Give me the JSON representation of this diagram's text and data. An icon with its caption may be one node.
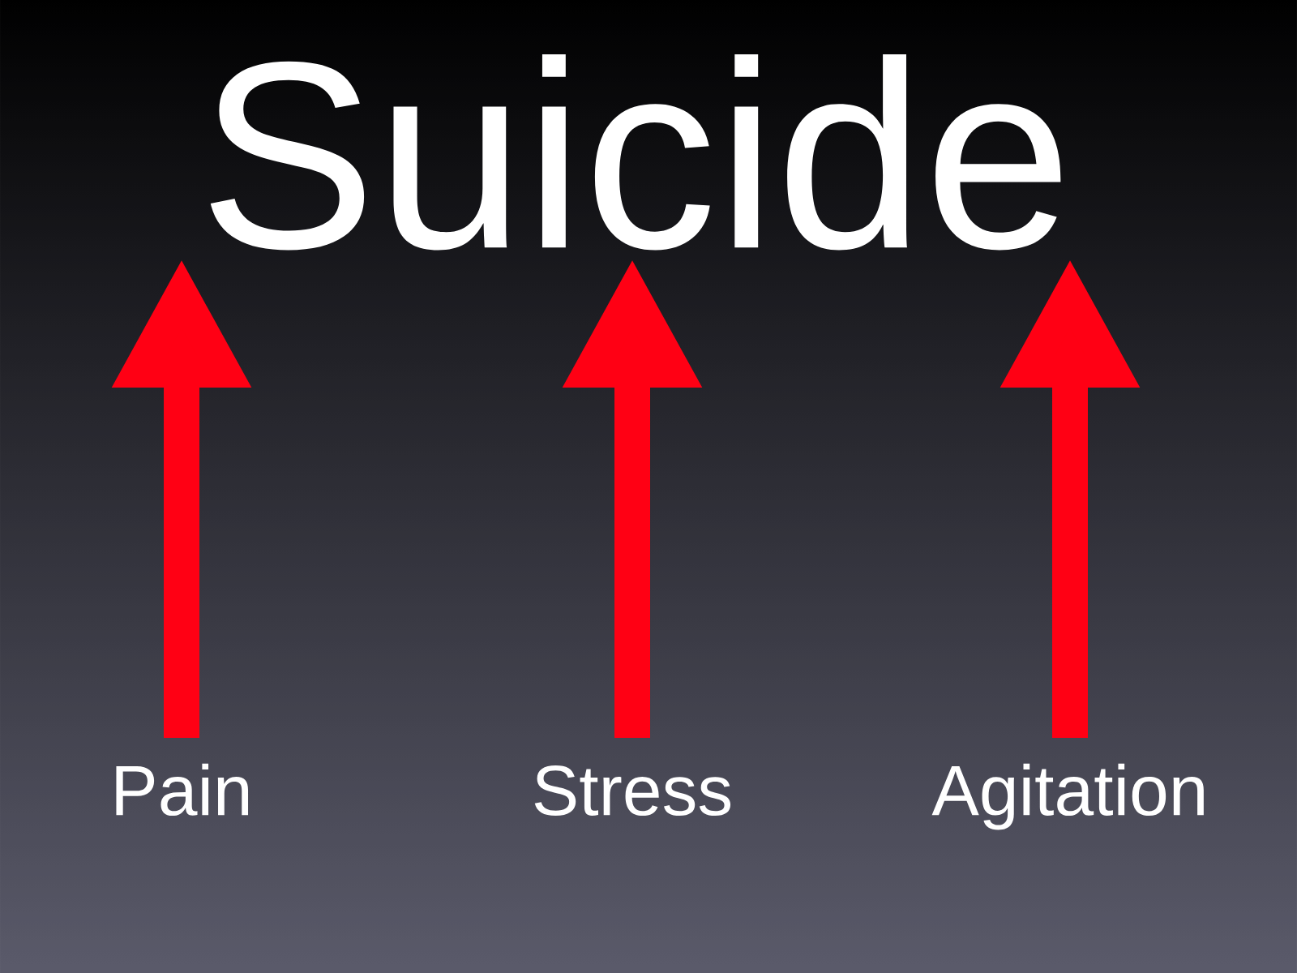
{
  "diagram": {
    "nodes": [
      {
        "text": [
          "Suicide"
        ]
      },
      {
        "text": [
          "Pain"
        ]
      },
      {
        "text": [
          "Stress"
        ]
      },
      {
        "text": [
          "Agitation"
        ]
      }
    ],
    "edges": [
      {
        "from": 1,
        "to": 0,
        "arrow": "to"
      },
      {
        "from": 2,
        "to": 0,
        "arrow": "to"
      },
      {
        "from": 3,
        "to": 0,
        "arrow": "to"
      }
    ]
  }
}
